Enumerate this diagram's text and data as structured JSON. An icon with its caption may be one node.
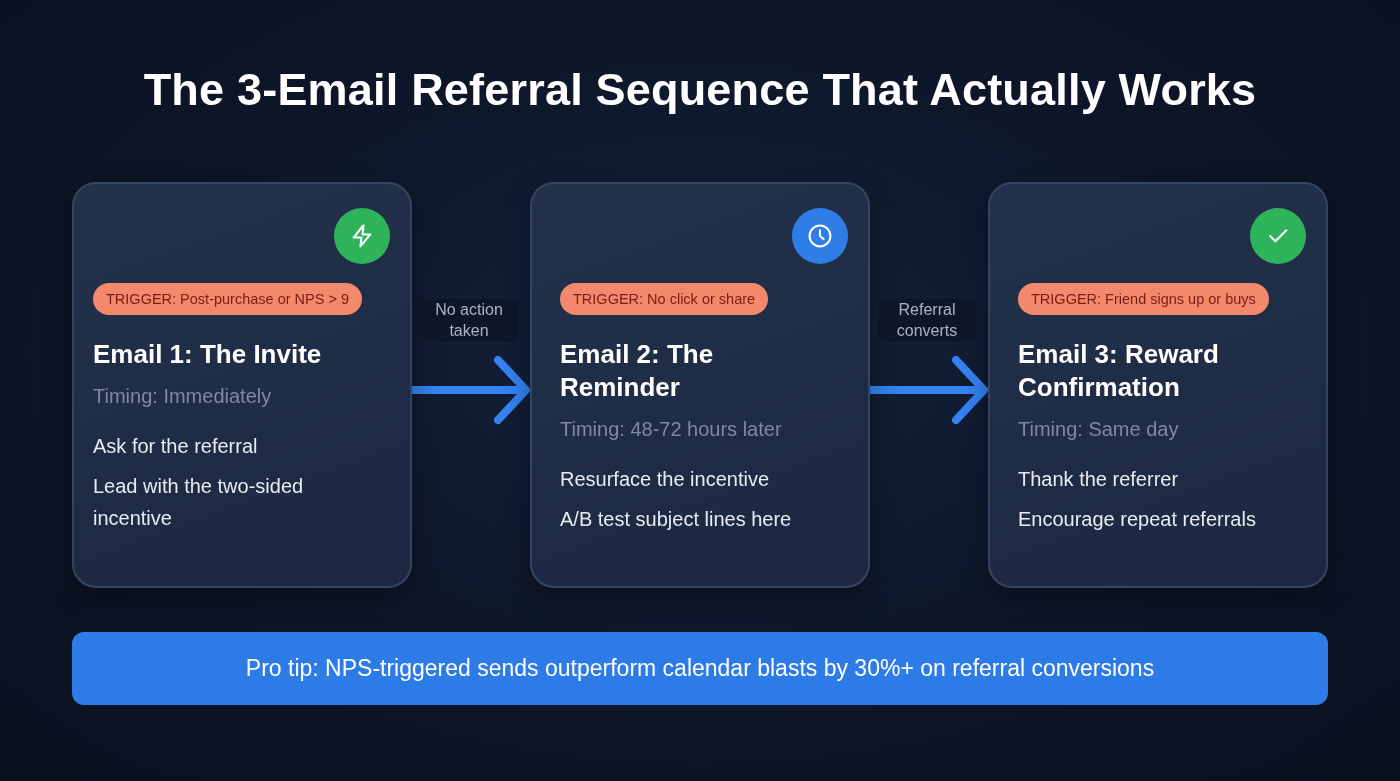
{
  "diagram": {
    "title": "The 3-Email Referral Sequence That Actually Works",
    "nodes": [
      {
        "text": [
          "Email 1: The Invite",
          "Timing: Immediately",
          "Ask for the referral",
          "Lead with the two-sided incentive"
        ]
      },
      {
        "text": [
          "TRIGGER: Post-purchase or NPS > 9"
        ],
        "in": 0
      },
      {
        "text": [
          "Email 2: The Reminder",
          "Timing: 48-72 hours later",
          "Resurface the incentive",
          "A/B test subject lines here"
        ]
      },
      {
        "text": [
          "TRIGGER: No click or share"
        ],
        "in": 2
      },
      {
        "text": [
          "Email 3: Reward Confirmation",
          "Timing: Same day",
          "Thank the referrer",
          "Encourage repeat referrals"
        ]
      },
      {
        "text": [
          "TRIGGER: Friend signs up or buys"
        ],
        "in": 4
      },
      {
        "text": [
          "Pro tip: NPS-triggered sends outperform calendar blasts by 30%+ on referral conversions"
        ]
      }
    ],
    "edges": [
      {
        "from": 0,
        "to": 2,
        "arrow": "to",
        "label": "No action taken"
      },
      {
        "from": 2,
        "to": 4,
        "arrow": "to",
        "label": "Referral converts"
      }
    ]
  }
}
